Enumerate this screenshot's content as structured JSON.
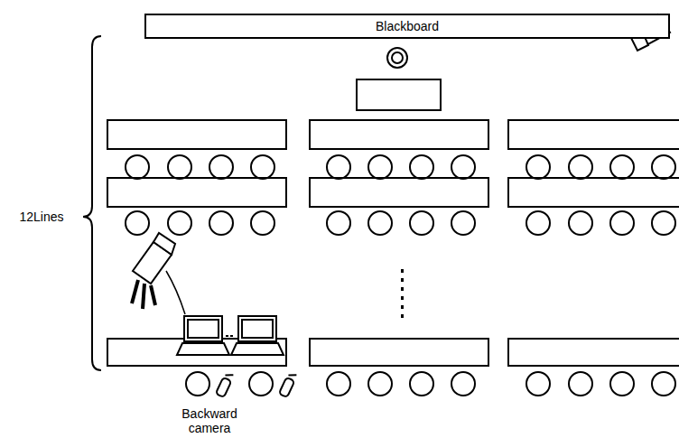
{
  "diagram": {
    "nodes": [
      {
        "text": [
          "Blackboard"
        ]
      }
    ],
    "labels": [
      "12Lines",
      "Backward camera"
    ]
  }
}
